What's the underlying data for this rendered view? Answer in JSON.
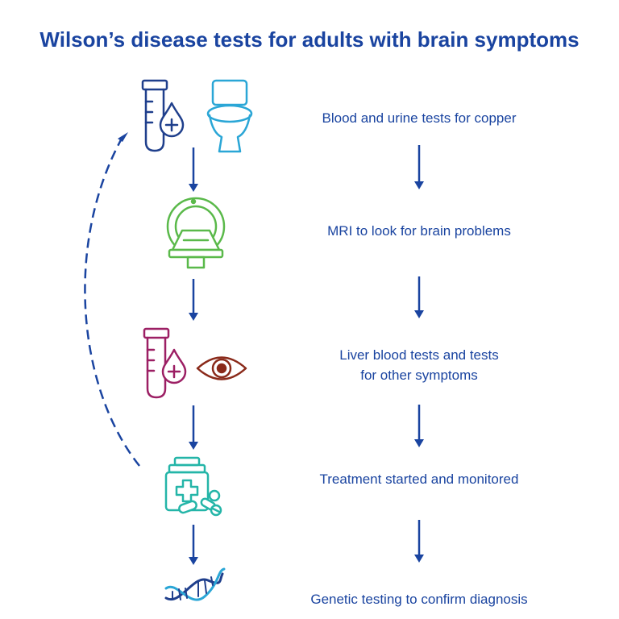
{
  "title": "Wilson’s disease tests for adults with brain symptoms",
  "colors": {
    "title": "#1a44a0",
    "text": "#1a44a0",
    "arrow": "#1a44a0",
    "blood_tube_1": "#1f3f8c",
    "toilet": "#2aa6d6",
    "mri": "#5ab94a",
    "blood_tube_2": "#9c1f64",
    "eye": "#8a2a1a",
    "medicine": "#24b5a8",
    "dna": "#1f3f8c",
    "dna_accent": "#2aa6d6"
  },
  "steps": [
    {
      "lines": [
        "Blood and urine tests for copper"
      ],
      "icons": [
        "blood-tube-icon",
        "toilet-icon"
      ]
    },
    {
      "lines": [
        "MRI to look for brain problems"
      ],
      "icons": [
        "mri-scanner-icon"
      ]
    },
    {
      "lines": [
        "Liver blood tests and tests",
        "for other symptoms"
      ],
      "icons": [
        "blood-tube-icon",
        "eye-icon"
      ]
    },
    {
      "lines": [
        "Treatment started and monitored"
      ],
      "icons": [
        "medicine-bottle-icon"
      ]
    },
    {
      "lines": [
        "Genetic testing to confirm diagnosis"
      ],
      "icons": [
        "dna-icon"
      ]
    }
  ]
}
